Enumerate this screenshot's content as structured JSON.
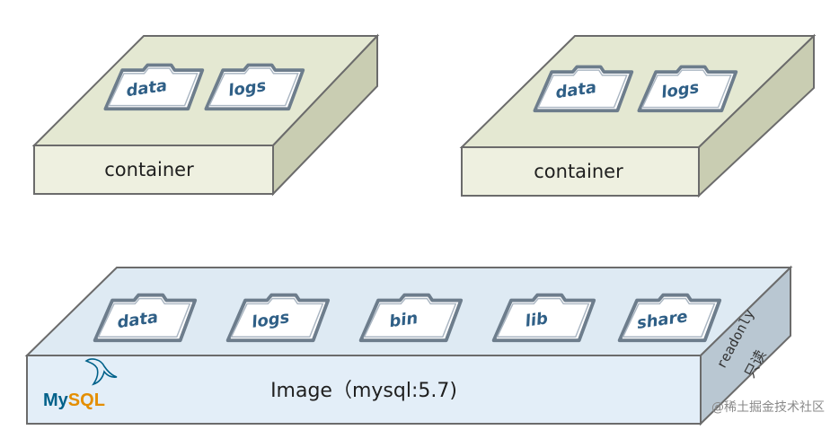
{
  "containers": [
    {
      "label": "container",
      "folders": [
        "data",
        "logs"
      ]
    },
    {
      "label": "container",
      "folders": [
        "data",
        "logs"
      ]
    }
  ],
  "image": {
    "label": "Image（mysql:5.7)",
    "folders": [
      "data",
      "logs",
      "bin",
      "lib",
      "share"
    ],
    "readonly_label": "readonly",
    "readonly_cn": "只读",
    "logo": {
      "part1": "My",
      "part2": "SQL"
    }
  },
  "watermark": "@稀土掘金技术社区",
  "colors": {
    "container_top": "#e4e8d2",
    "container_front": "#eef0e0",
    "container_side": "#c9cdb2",
    "image_top": "#deeaf3",
    "image_front": "#e3eef8",
    "image_side": "#b9c7d2",
    "folder_stroke": "#6d7d8c",
    "folder_text": "#2f5f86"
  }
}
